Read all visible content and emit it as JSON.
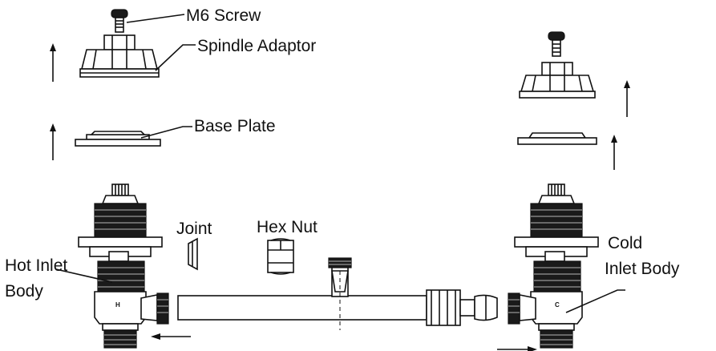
{
  "labels": {
    "m6_screw": "M6 Screw",
    "spindle_adaptor": "Spindle Adaptor",
    "base_plate": "Base Plate",
    "joint": "Joint",
    "hex_nut": "Hex Nut",
    "hot_inlet_line1": "Hot Inlet",
    "hot_inlet_line2": "Body",
    "cold_inlet_line1": "Cold",
    "cold_inlet_line2": "Inlet Body",
    "hot_mark": "H",
    "cold_mark": "C"
  }
}
